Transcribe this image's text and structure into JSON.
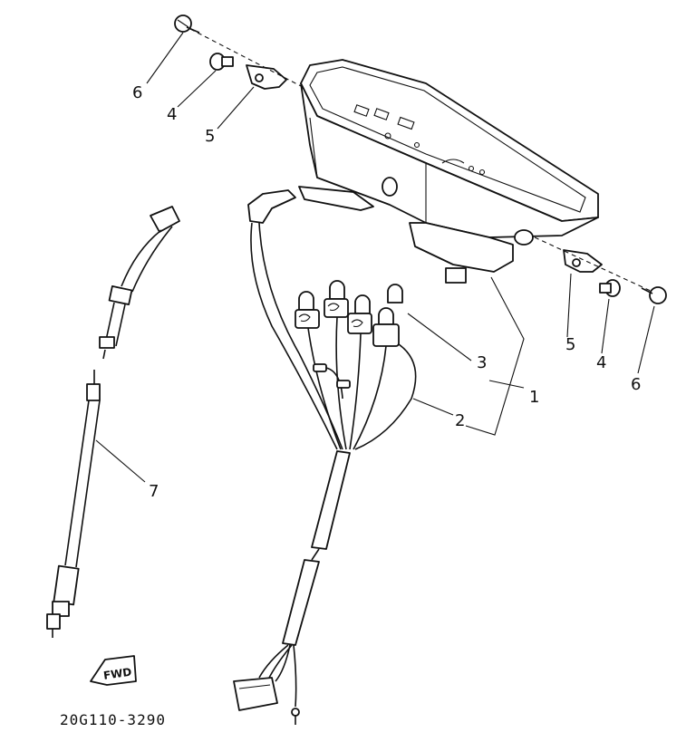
{
  "diagram": {
    "drawing_code": "20G110-3290",
    "fwd_label": "FWD",
    "callouts": {
      "c1": "1",
      "c2": "2",
      "c3": "3",
      "c4_left": "4",
      "c4_right": "4",
      "c5_left": "5",
      "c5_right": "5",
      "c6_left": "6",
      "c6_right": "6",
      "c7": "7"
    }
  }
}
